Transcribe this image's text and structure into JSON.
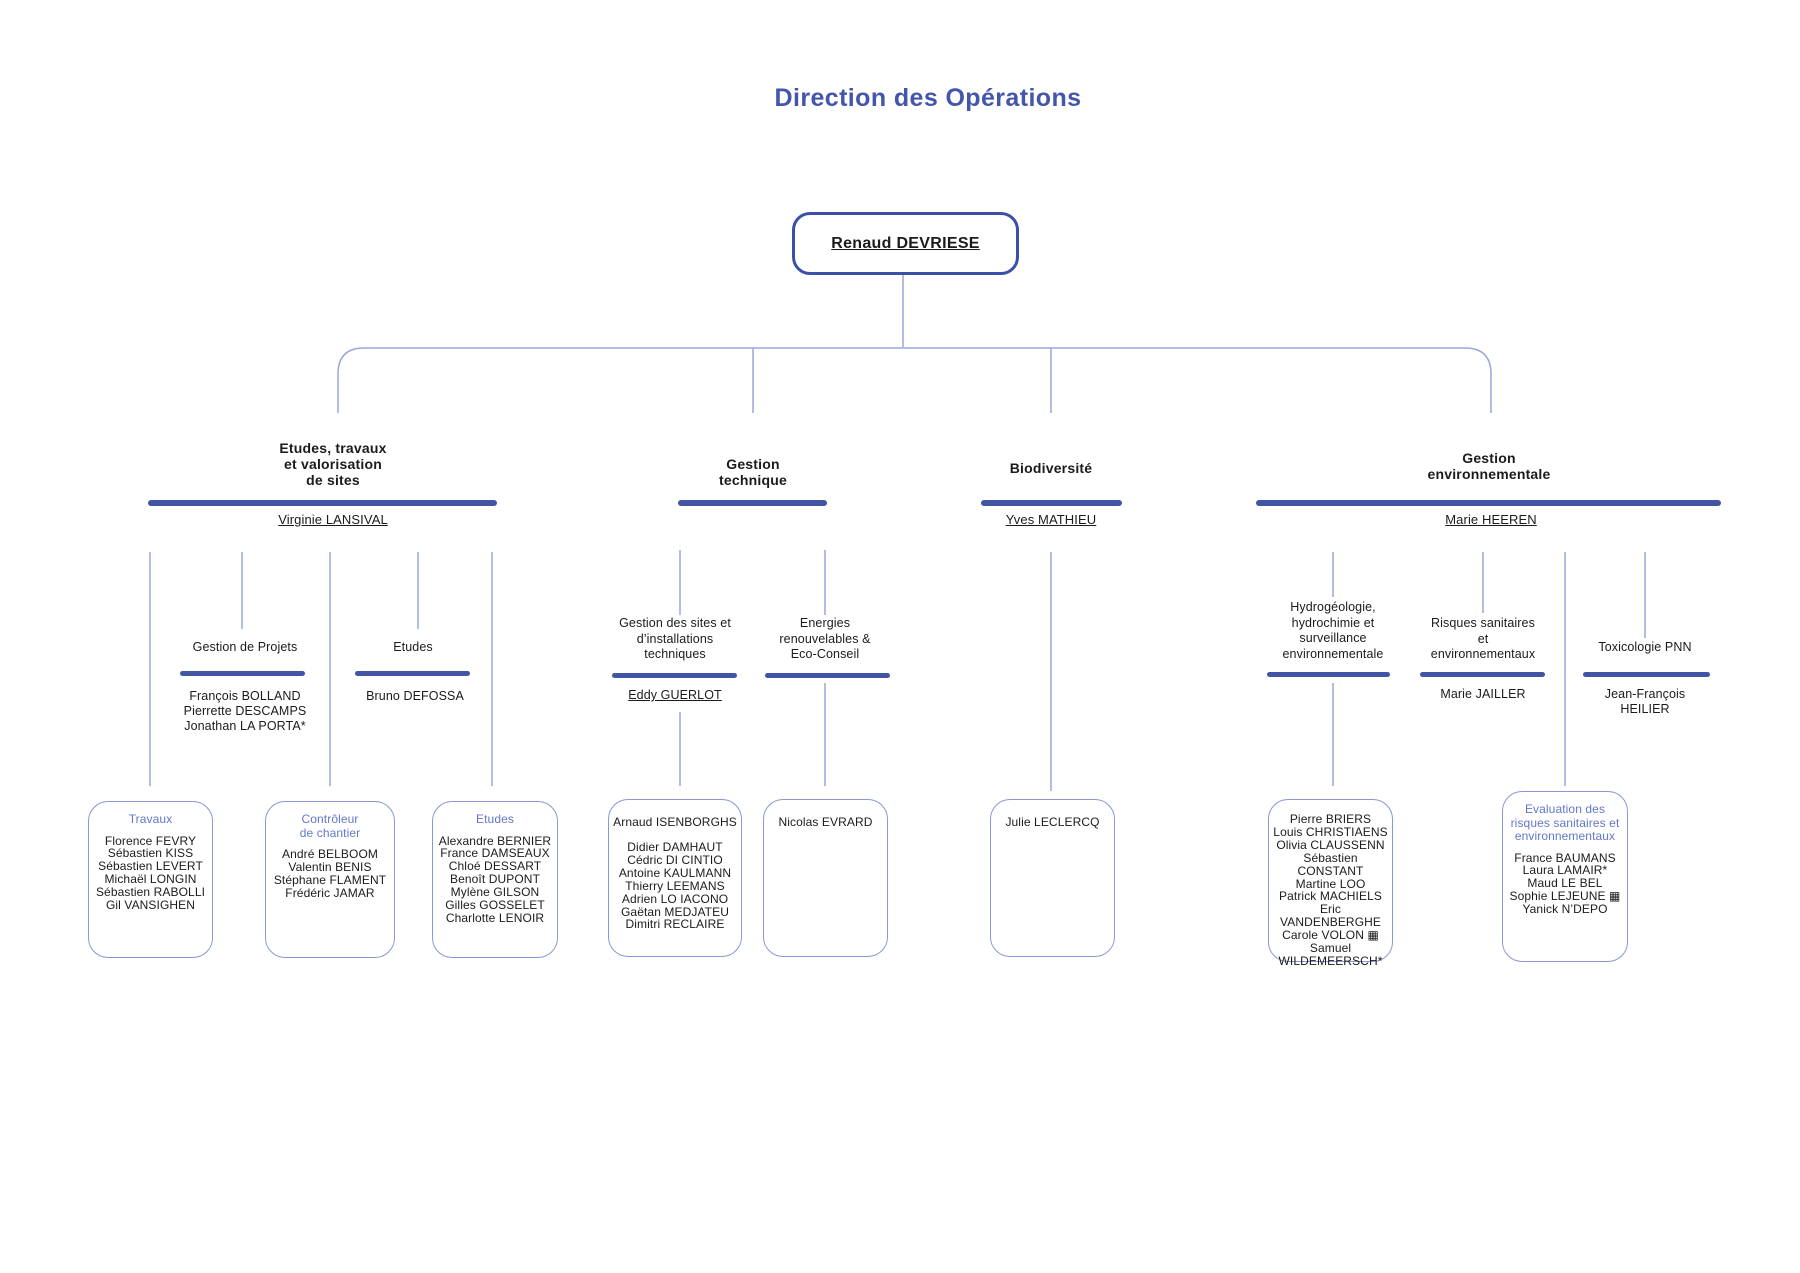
{
  "page": {
    "title": "Direction des Opérations"
  },
  "root": {
    "name": "Renaud DEVRIESE"
  },
  "colors": {
    "accent_bar": "#4254A4",
    "title_blue": "#4356AB",
    "connector": "#9AA5DC",
    "box_border": "#8A97D4",
    "box_title_blue": "#6377C8"
  },
  "branches": {
    "etudes_travaux": {
      "title": "Etudes, travaux\net valorisation\nde sites",
      "manager": "Virginie LANSIVAL",
      "units": {
        "gestion_projets": {
          "title": "Gestion de Projets",
          "staff": [
            "François BOLLAND",
            "Pierrette DESCAMPS",
            "Jonathan LA PORTA*"
          ]
        },
        "etudes": {
          "title": "Etudes",
          "staff": [
            "Bruno DEFOSSA"
          ]
        }
      },
      "teams": {
        "travaux": {
          "title": "Travaux",
          "members": [
            "Florence FEVRY",
            "Sébastien KISS",
            "Sébastien LEVERT",
            "Michaël LONGIN",
            "Sébastien RABOLLI",
            "Gil VANSIGHEN"
          ]
        },
        "controleur": {
          "title": "Contrôleur\nde chantier",
          "members": [
            "André BELBOOM",
            "Valentin BENIS",
            "Stéphane FLAMENT",
            "Frédéric JAMAR"
          ]
        },
        "etudes": {
          "title": "Etudes",
          "members": [
            "Alexandre BERNIER",
            "France DAMSEAUX",
            "Chloé DESSART",
            "Benoît DUPONT",
            "Mylène GILSON",
            "Gilles GOSSELET",
            "Charlotte LENOIR"
          ]
        }
      }
    },
    "gestion_technique": {
      "title": "Gestion\ntechnique",
      "units": {
        "sites": {
          "title": "Gestion des sites et\nd’installations\ntechniques",
          "manager": "Eddy GUERLOT"
        },
        "energies": {
          "title": "Energies\nrenouvelables &\nEco-Conseil"
        }
      },
      "teams": {
        "sites_team": {
          "lead": "Arnaud ISENBORGHS",
          "members": [
            "Didier DAMHAUT",
            "Cédric DI CINTIO",
            "Antoine KAULMANN",
            "Thierry LEEMANS",
            "Adrien LO IACONO",
            "Gaëtan MEDJATEU",
            "Dimitri RECLAIRE"
          ]
        },
        "energies_team": {
          "lead": "Nicolas EVRARD"
        }
      }
    },
    "biodiversite": {
      "title": "Biodiversité",
      "manager": "Yves MATHIEU",
      "teams": {
        "bio_team": {
          "lead": "Julie LECLERCQ"
        }
      }
    },
    "gestion_env": {
      "title": "Gestion\nenvironnementale",
      "manager": "Marie HEEREN",
      "units": {
        "hydro": {
          "title": "Hydrogéologie,\nhydrochimie et\nsurveillance\nenvironnementale"
        },
        "risques": {
          "title": "Risques sanitaires\net\nenvironnementaux",
          "manager": "Marie JAILLER"
        },
        "toxico": {
          "title": "Toxicologie PNN",
          "manager": "Jean-François\nHEILIER"
        }
      },
      "teams": {
        "hydro_team": {
          "members": [
            "Pierre BRIERS",
            "Louis CHRISTIAENS",
            "Olivia CLAUSSENN",
            "Sébastien CONSTANT",
            "Martine LOO",
            "Patrick MACHIELS",
            "Eric VANDENBERGHE",
            "Carole VOLON ▦",
            "Samuel WILDEMEERSCH*"
          ]
        },
        "eval_team": {
          "title": "Evaluation des\nrisques sanitaires et\nenvironnementaux",
          "members": [
            "France BAUMANS",
            "Laura LAMAIR*",
            "Maud LE BEL",
            "Sophie LEJEUNE ▦",
            "Yanick N’DEPO"
          ]
        }
      }
    }
  }
}
